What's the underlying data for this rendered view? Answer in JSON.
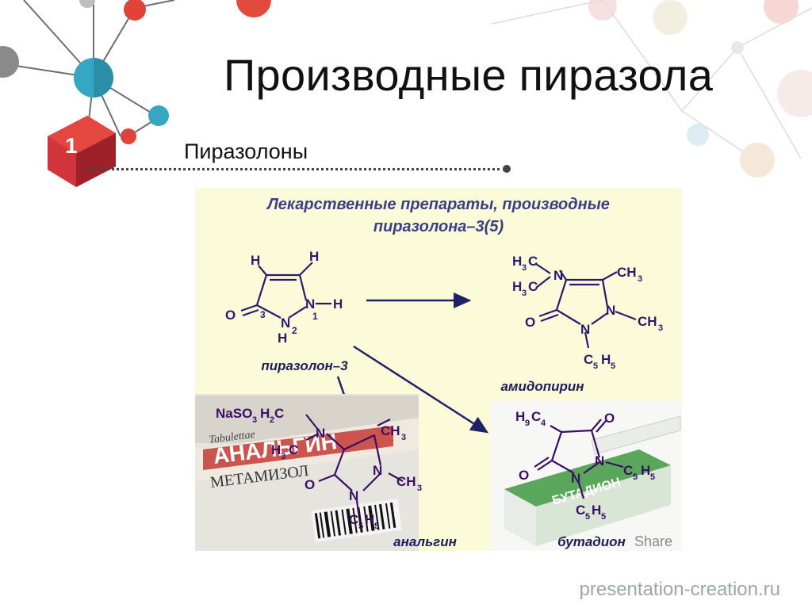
{
  "slide": {
    "title": "Производные пиразола",
    "badge_number": "1",
    "subtitle": "Пиразолоны",
    "footer": "presentation-creation.ru"
  },
  "figure": {
    "header_line1": "Лекарственные препараты, производные",
    "header_line2": "пиразолона–3(5)",
    "compounds": {
      "pyrazolone": "пиразолон–3",
      "amidopyrine": "амидопирин",
      "analgin": "анальгин",
      "butadion": "бутадион"
    },
    "atoms": {
      "H": "H",
      "O": "O",
      "N": "N",
      "num1": "1",
      "num2": "2",
      "num3": "3",
      "CH": "CH",
      "C": "C",
      "H5": "5",
      "H3": "3",
      "NaSO3": "NaSO",
      "H2C": "H",
      "C4": "4",
      "H9": "9"
    },
    "photo_text": {
      "tab": "Tabulettae",
      "analgin_pack": "АНАЛЬГИН",
      "metamizol": "МЕТАМИЗОЛ",
      "butadion_pack": "БУТАДИОН"
    },
    "watermark": "Share"
  },
  "colors": {
    "panel_bg": "#fcfbd9",
    "arrow": "#1f2266",
    "structure": "#2a1a6e",
    "accent_red": "#e0433a",
    "accent_teal": "#36a7c3"
  }
}
